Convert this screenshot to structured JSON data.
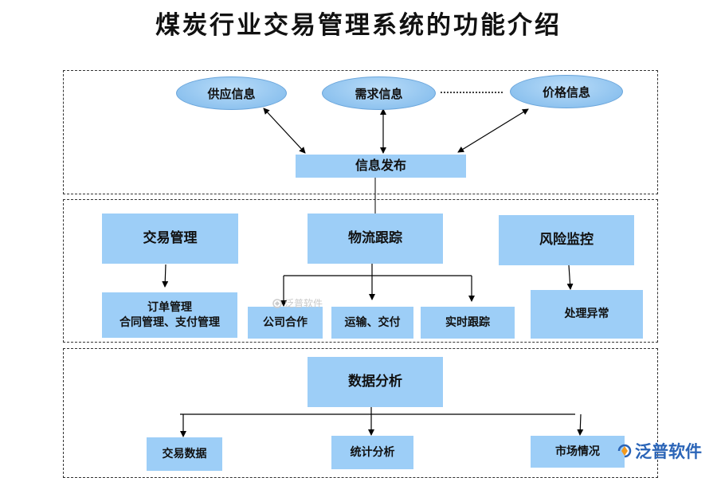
{
  "title": "煤炭行业交易管理系统的功能介绍",
  "top": {
    "ellipses": [
      "供应信息",
      "需求信息",
      "价格信息"
    ],
    "publish": "信息发布"
  },
  "middle": {
    "trade": {
      "label": "交易管理",
      "sub_lines": [
        "订单管理",
        "合同管理、支付管理"
      ]
    },
    "logistics": {
      "label": "物流跟踪",
      "subs": [
        "公司合作",
        "运输、交付",
        "实时跟踪"
      ]
    },
    "risk": {
      "label": "风险监控",
      "sub": "处理异常"
    }
  },
  "bottom": {
    "analysis": "数据分析",
    "subs": [
      "交易数据",
      "统计分析",
      "市场情况"
    ]
  },
  "watermarks": {
    "small": "泛普软件",
    "big": "泛普软件"
  },
  "colors": {
    "box_fill": "#9dcef7",
    "ellipse_fill": "#8fc3ef",
    "watermark_blue": "#2a64b7"
  }
}
